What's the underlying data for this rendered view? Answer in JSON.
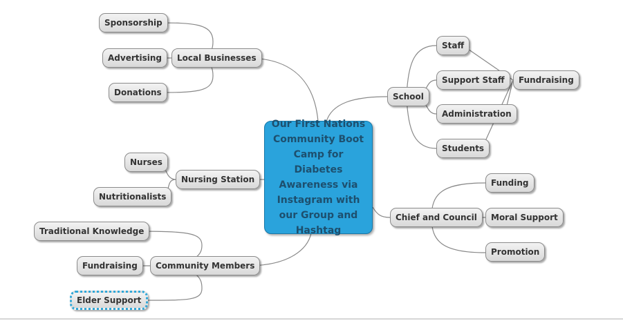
{
  "central": "Our First Nations Community Boot Camp for Diabetes Awareness via Instagram with our Group and Hashtag",
  "colors": {
    "central_fill": "#2aa3dc",
    "node_fill": "#e2e2e2",
    "link": "#888888",
    "selection": "#2fa7d8"
  },
  "branches": {
    "local_businesses": {
      "label": "Local Businesses",
      "children": [
        "Sponsorship",
        "Advertising",
        "Donations"
      ]
    },
    "nursing_station": {
      "label": "Nursing Station",
      "children": [
        "Nurses",
        "Nutritionalists"
      ]
    },
    "community_members": {
      "label": "Community Members",
      "children": [
        "Traditional Knowledge",
        "Fundraising",
        "Elder Support"
      ]
    },
    "school": {
      "label": "School",
      "children": [
        "Staff",
        "Support Staff",
        "Administration",
        "Students"
      ]
    },
    "chief_and_council": {
      "label": "Chief and Council",
      "children": [
        "Funding",
        "Moral Support",
        "Promotion"
      ]
    }
  },
  "floating": {
    "fundraising": "Fundraising"
  },
  "selected_node": "Elder Support"
}
